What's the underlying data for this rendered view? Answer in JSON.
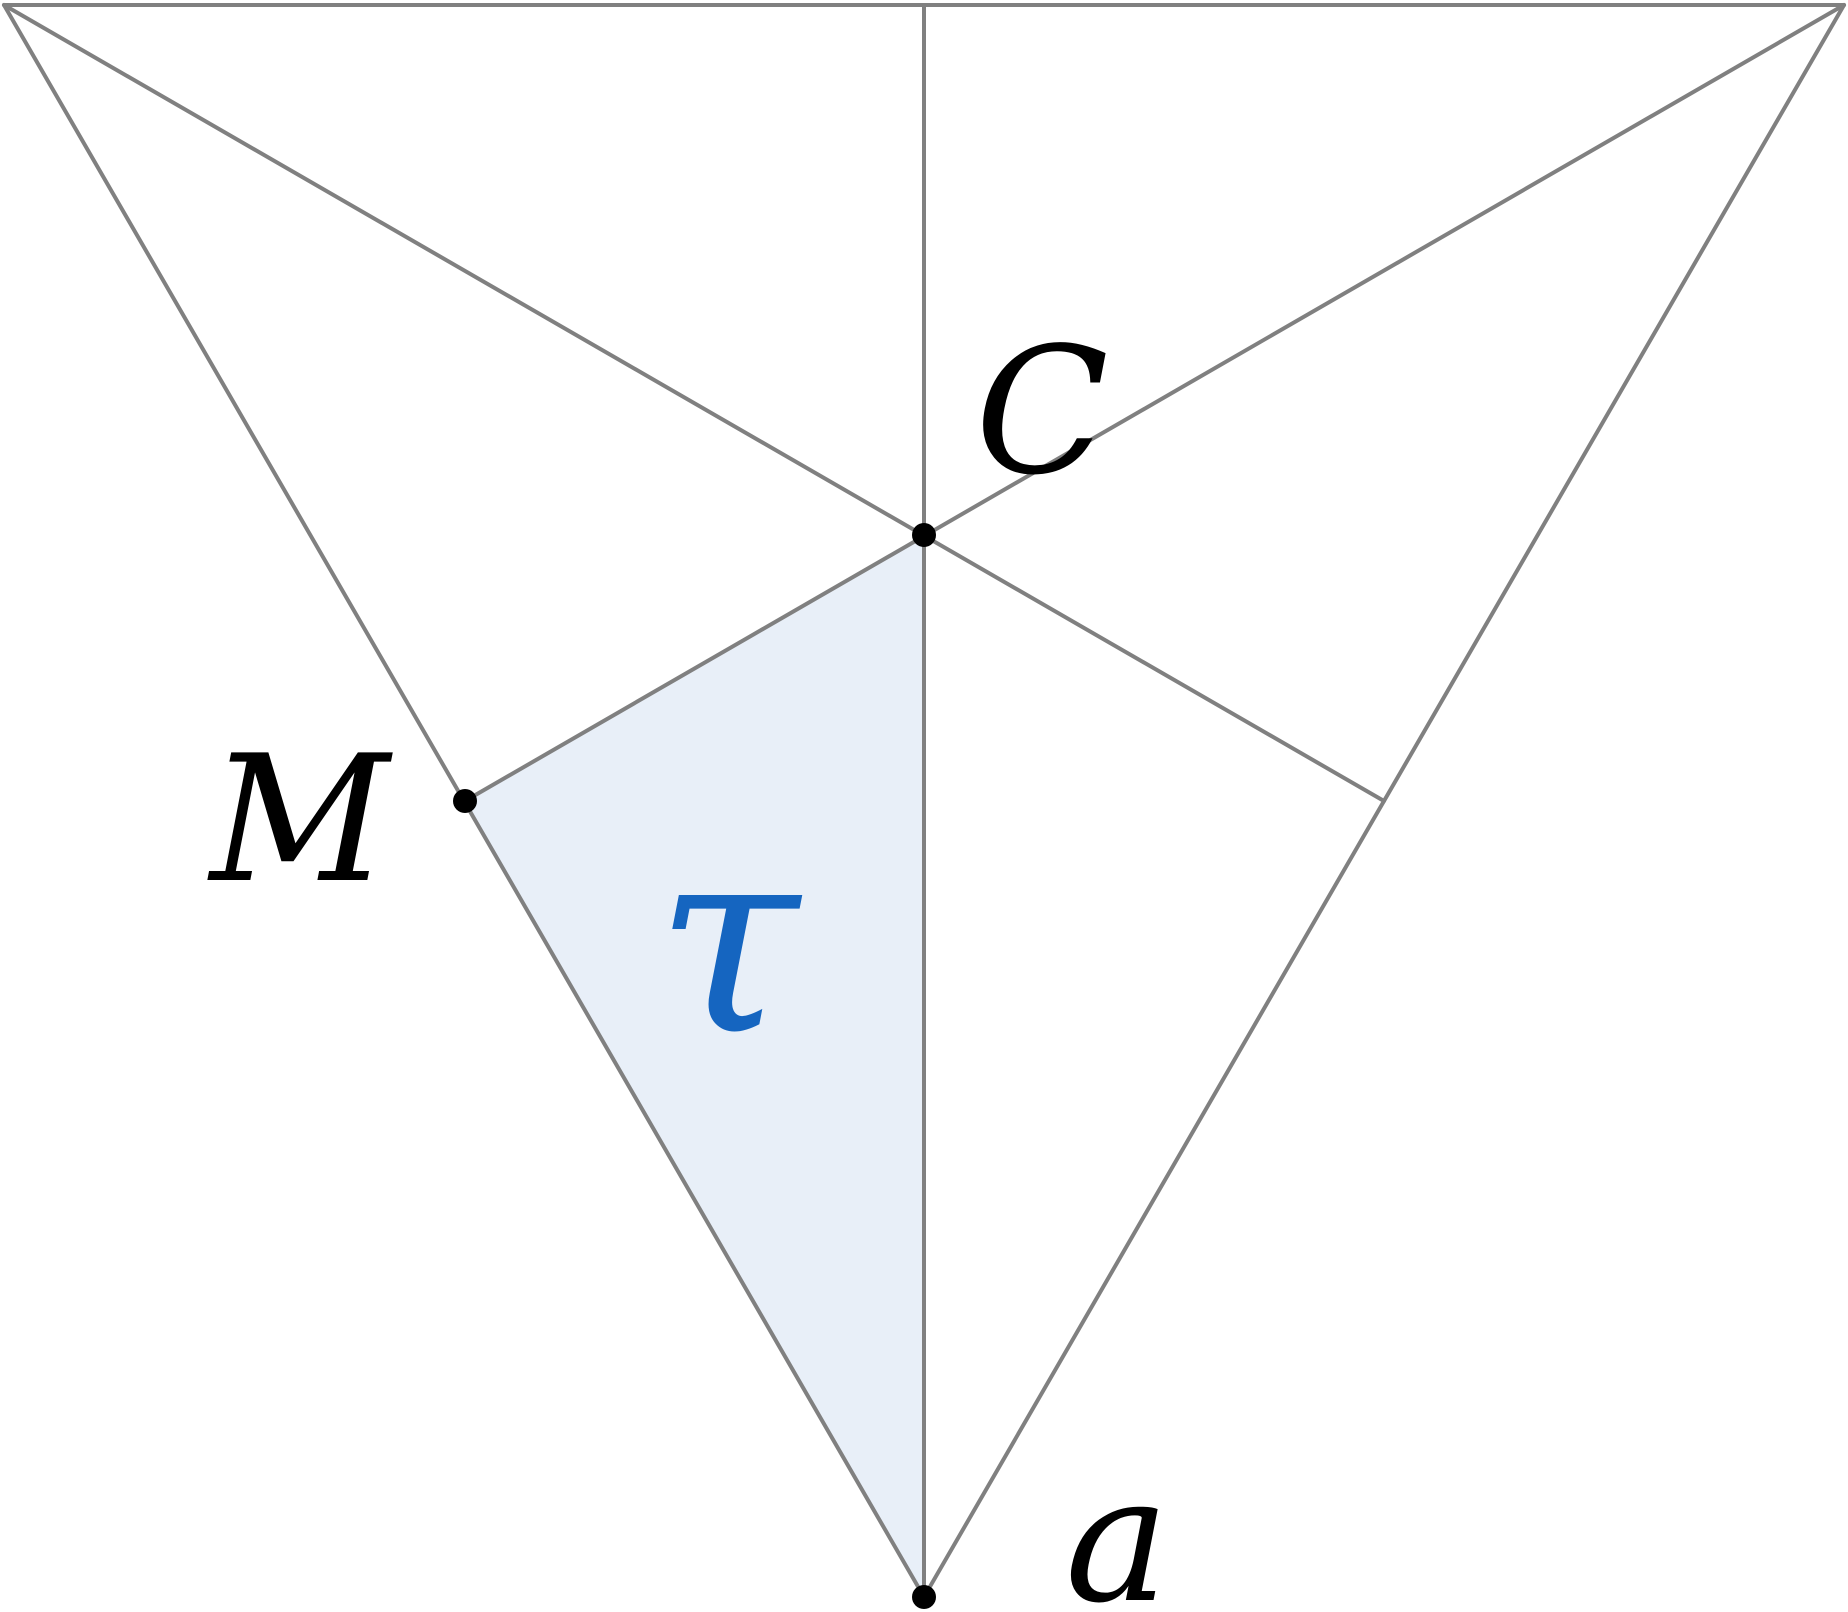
{
  "figure": {
    "region": {
      "label": "τ",
      "fill_color": "#e8eff8",
      "label_color": "#1565c0"
    },
    "points": {
      "center": {
        "label": "C"
      },
      "midpoint": {
        "label": "M"
      },
      "vertex": {
        "label": "a"
      }
    },
    "line_color": "#808080",
    "point_color": "#000000"
  }
}
